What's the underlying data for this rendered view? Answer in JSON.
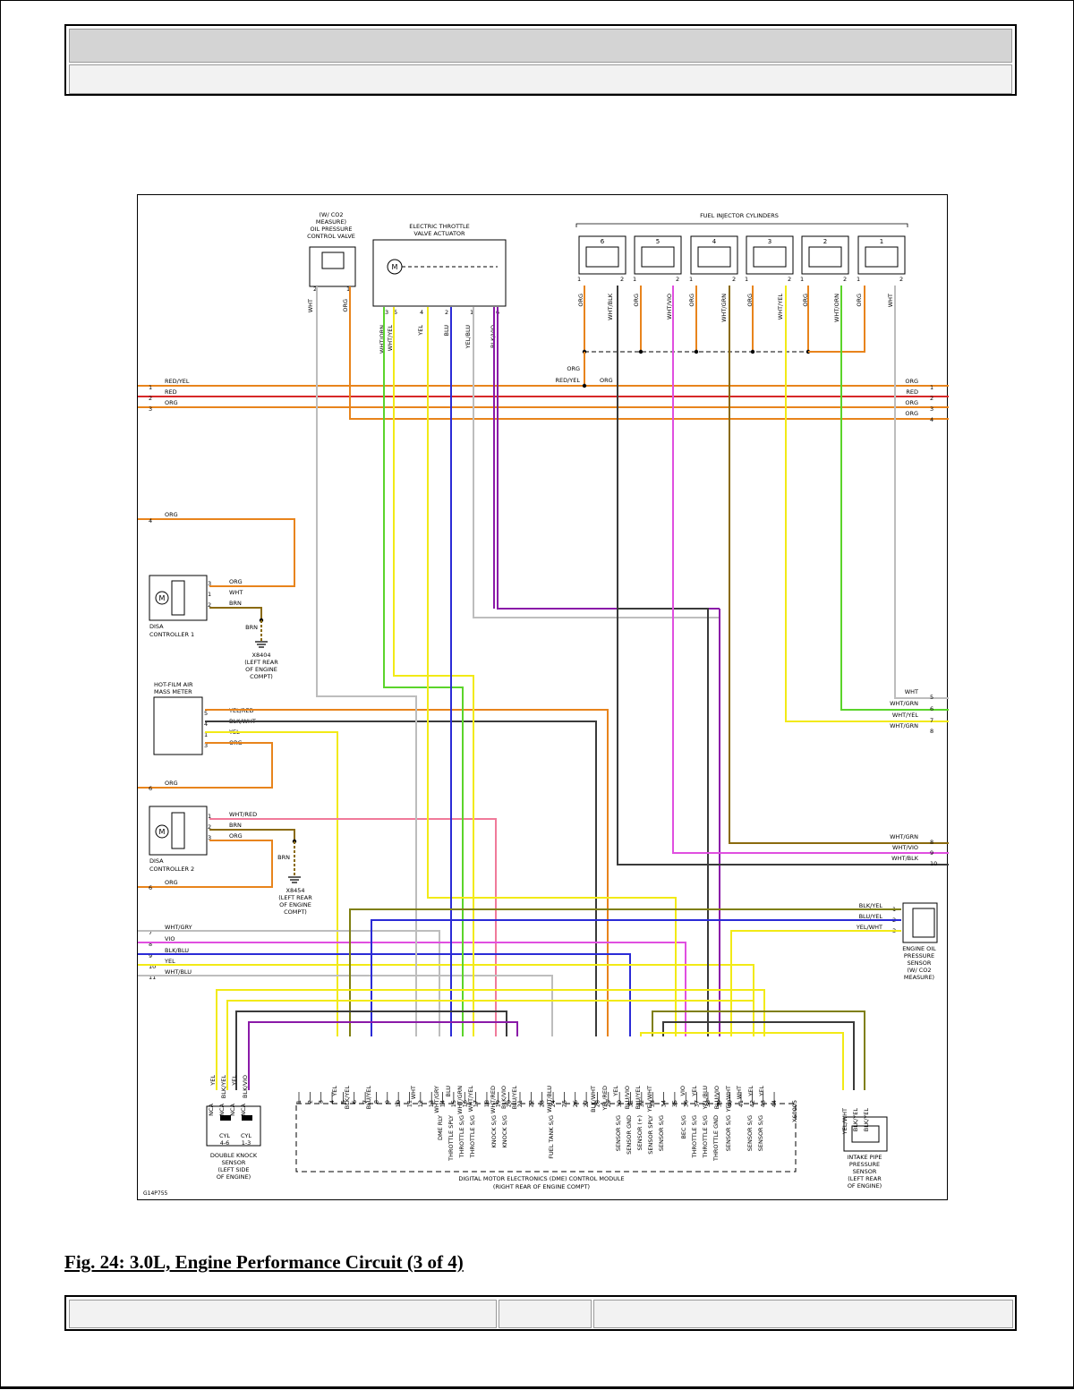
{
  "caption": "Fig. 24: 3.0L, Engine Performance Circuit (3 of 4)",
  "diagram": {
    "figure_code": "G14P755",
    "colors": {
      "ORG": "#e8841c",
      "RED": "#d62828",
      "WHT": "#bdbdbd",
      "YEL": "#f2ea16",
      "BLU": "#2b2bd6",
      "BRN": "#8a6a0e",
      "VIO": "#e04fe0",
      "GRN": "#5bd42b",
      "BLK": "#3a3a3a",
      "PUR": "#8a1aa8",
      "OLIVE": "#7f7f10",
      "PINK": "#f07a9a"
    },
    "oil_valve_label": [
      "(W/ CO2",
      "MEASURE)",
      "OIL PRESSURE",
      "CONTROL VALVE"
    ],
    "throttle_label": [
      "ELECTRIC THROTTLE",
      "VALVE ACTUATOR"
    ],
    "fuel_injectors_label": "FUEL INJECTOR CYLINDERS",
    "injectors": [
      "6",
      "5",
      "4",
      "3",
      "2",
      "1"
    ],
    "disa1_label": [
      "DISA",
      "CONTROLLER 1"
    ],
    "disa2_label": [
      "DISA",
      "CONTROLLER 2"
    ],
    "hfm_label": [
      "HOT-FILM AIR",
      "MASS METER"
    ],
    "ground1_label": [
      "X8404",
      "(LEFT REAR",
      "OF ENGINE",
      "COMPT)"
    ],
    "ground2_label": [
      "X8454",
      "(LEFT REAR",
      "OF ENGINE",
      "COMPT)"
    ],
    "oil_sensor_label": [
      "ENGINE OIL",
      "PRESSURE",
      "SENSOR",
      "(W/ CO2",
      "MEASURE)"
    ],
    "knock_label": [
      "DOUBLE KNOCK",
      "SENSOR",
      "(LEFT SIDE",
      "OF ENGINE)"
    ],
    "knock_cyls": [
      "CYL",
      "4-6",
      "CYL",
      "1-3"
    ],
    "intake_label": [
      "INTAKE PIPE",
      "PRESSURE",
      "SENSOR",
      "(LEFT REAR",
      "OF ENGINE)"
    ],
    "dme_label": [
      "DIGITAL MOTOR ELECTRONICS (DME) CONTROL MODULE",
      "(RIGHT REAR OF ENGINE COMPT)"
    ],
    "dme_connector": "X60005",
    "left_wires": [
      {
        "pin": "1",
        "label": "RED/YEL"
      },
      {
        "pin": "2",
        "label": "RED"
      },
      {
        "pin": "3",
        "label": "ORG"
      },
      {
        "pin": "4",
        "label": "ORG"
      },
      {
        "pin": "6",
        "label": "ORG"
      },
      {
        "pin": "6",
        "label": "ORG"
      },
      {
        "pin": "7",
        "label": "WHT/GRY"
      },
      {
        "pin": "8",
        "label": "VIO"
      },
      {
        "pin": "9",
        "label": "BLK/BLU"
      },
      {
        "pin": "10",
        "label": "YEL"
      },
      {
        "pin": "11",
        "label": "WHT/BLU"
      }
    ],
    "right_wires": [
      {
        "pin": "1",
        "label": "ORG"
      },
      {
        "pin": "2",
        "label": "RED"
      },
      {
        "pin": "3",
        "label": "ORG"
      },
      {
        "pin": "4",
        "label": "ORG"
      },
      {
        "pin": "5",
        "label": "WHT"
      },
      {
        "pin": "6",
        "label": "WHT/GRN"
      },
      {
        "pin": "7",
        "label": "WHT/YEL"
      },
      {
        "pin": "8",
        "label": "WHT/GRN"
      },
      {
        "pin": "9",
        "label": "WHT/VIO"
      },
      {
        "pin": "10",
        "label": "WHT/BLK"
      }
    ],
    "top_wire_labels": [
      "WHT",
      "ORG",
      "WHT/GRN",
      "WHT/YEL",
      "YEL",
      "BLU",
      "YEL/BLU",
      "BLK/VIO",
      "ORG",
      "WHT/BLK",
      "ORG",
      "WHT/VIO",
      "ORG",
      "WHT/GRN",
      "ORG",
      "WHT/YEL",
      "ORG",
      "WHT/ORN",
      "ORG",
      "WHT"
    ],
    "mid_labels": {
      "org": "ORG",
      "red_yel": "RED/YEL",
      "org2": "ORG"
    },
    "disa1_wires": [
      "ORG",
      "WHT",
      "BRN",
      "BRN"
    ],
    "hfm_wires": [
      "YEL/RED",
      "BLK/WHT",
      "YEL",
      "ORG"
    ],
    "disa2_wires": [
      "WHT/RED",
      "BRN",
      "ORG",
      "BRN"
    ],
    "oil_sensor_wires": [
      "BLK/YEL",
      "BLU/YEL",
      "YEL/WHT"
    ],
    "knock_wires": [
      "YEL",
      "BLK/YEL",
      "YEL",
      "BLK/VIO"
    ],
    "knock_pins": [
      "NCA",
      "NCA",
      "NCA",
      "NCA"
    ],
    "intake_wires": [
      "YEL/WHT",
      "BLK/YEL",
      "BLK/YEL"
    ],
    "dme_wire_labels": [
      "YEL",
      "BLK/YEL",
      "BLU/YEL",
      "WHT",
      "WHT/GRY",
      "BLU",
      "WHT/GRN",
      "WHT/YEL",
      "WHT/RED",
      "BLK/VIO",
      "BLU/YEL",
      "WHT/BLU",
      "BLK/WHT",
      "YEL/RED",
      "YEL",
      "BLU/VIO",
      "BLU/YEL",
      "YEL/WHT",
      "VIO",
      "YEL",
      "YEL/BLU",
      "BLU/VIO",
      "YEL/WHT",
      "WHT",
      "YEL",
      "YEL"
    ],
    "dme_pin_labels": [
      "DME RLY",
      "THROTTLE SPLY",
      "THROTTLE S/G",
      "THROTTLE S/G",
      "KNOCK S/G",
      "KNOCK S/G",
      "FUEL TANK S/G",
      "SENSOR S/G",
      "SENSOR GND",
      "SENSOR (+)",
      "SENSOR SPLY",
      "SENSOR S/G",
      "BEC S/G",
      "THROTTLE S/G",
      "THROTTLE S/G",
      "THROTTLE GND",
      "SENSOR S/G",
      "SENSOR S/G",
      "SENSOR S/G"
    ]
  }
}
